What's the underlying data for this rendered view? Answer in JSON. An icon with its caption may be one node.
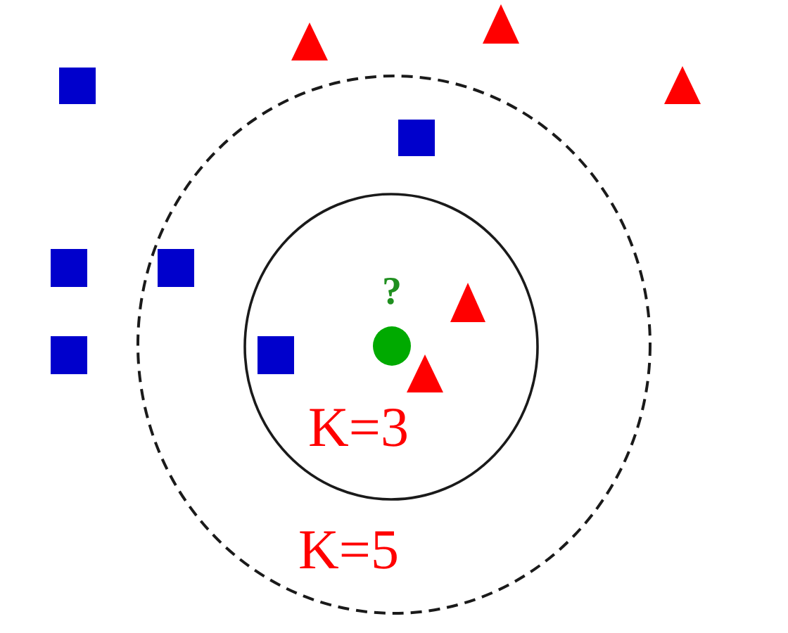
{
  "diagram": {
    "nodes": [
      {
        "text": [],
        "shape": "triangle"
      },
      {
        "text": [],
        "shape": "triangle"
      },
      {
        "text": [],
        "shape": "box"
      },
      {
        "text": [],
        "shape": "triangle"
      },
      {
        "text": [
          "K=5"
        ]
      },
      {
        "text": [],
        "shape": "box",
        "in": 4
      },
      {
        "text": [],
        "shape": "box"
      },
      {
        "text": [],
        "shape": "box",
        "in": 4
      },
      {
        "text": [
          "K=3"
        ],
        "in": 4
      },
      {
        "text": [],
        "shape": "circle",
        "beside": [
          "?"
        ],
        "in": 8
      },
      {
        "text": [],
        "shape": "triangle",
        "in": 8
      },
      {
        "text": [],
        "shape": "box"
      },
      {
        "text": [],
        "shape": "box",
        "in": 8
      },
      {
        "text": [],
        "shape": "triangle",
        "in": 8
      }
    ]
  }
}
